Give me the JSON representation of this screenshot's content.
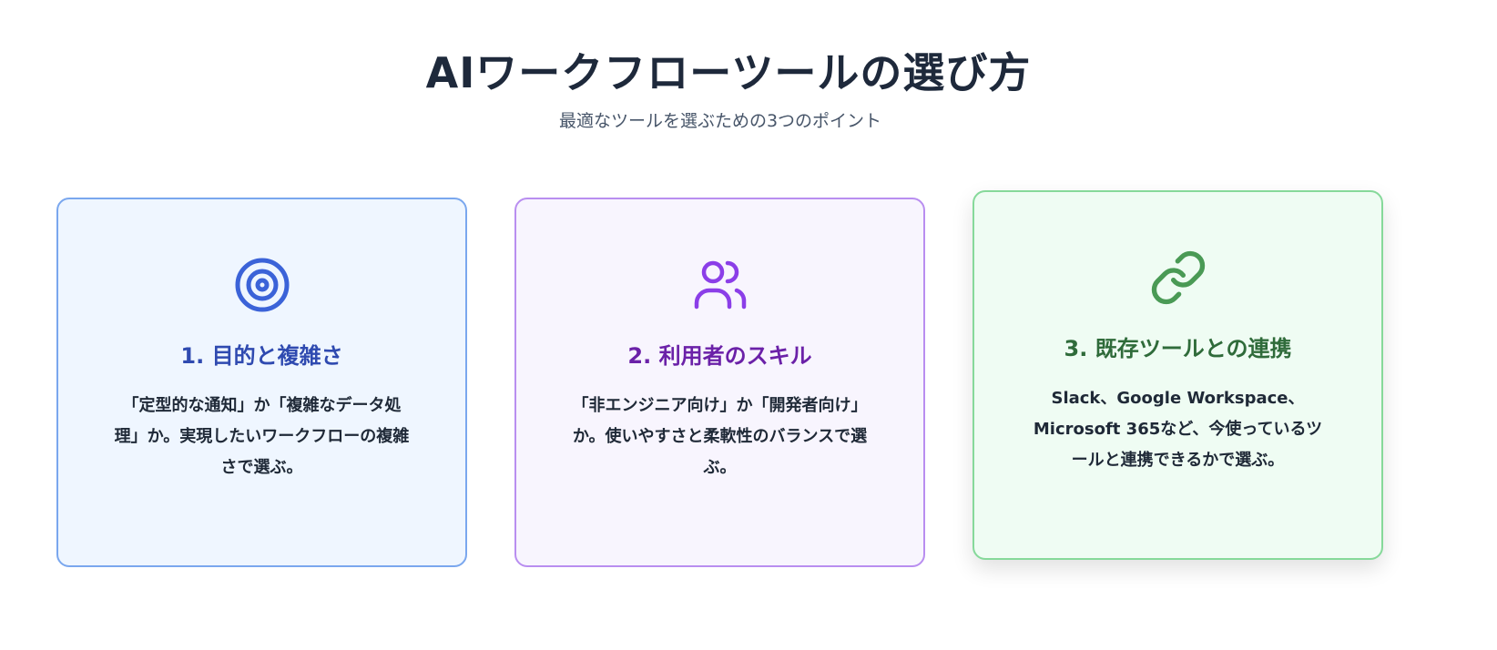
{
  "header": {
    "title": "AIワークフローツールの選び方",
    "subtitle": "最適なツールを選ぶための3つのポイント"
  },
  "colors": {
    "blue": "#3b63d8",
    "purple": "#7c3aed",
    "green": "#4a9a55"
  },
  "cards": [
    {
      "icon": "target-icon",
      "title": "1. 目的と複雑さ",
      "description": "「定型的な通知」か「複雑なデータ処理」か。実現したいワークフローの複雑さで選ぶ。",
      "title_color": "#2f4ab0"
    },
    {
      "icon": "users-icon",
      "title": "2. 利用者のスキル",
      "description": "「非エンジニア向け」か「開発者向け」か。使いやすさと柔軟性のバランスで選ぶ。",
      "title_color": "#6b21a8"
    },
    {
      "icon": "link-icon",
      "title": "3. 既存ツールとの連携",
      "description": "Slack、Google Workspace、Microsoft 365など、今使っているツールと連携できるかで選ぶ。",
      "title_color": "#2f6b3a"
    }
  ]
}
